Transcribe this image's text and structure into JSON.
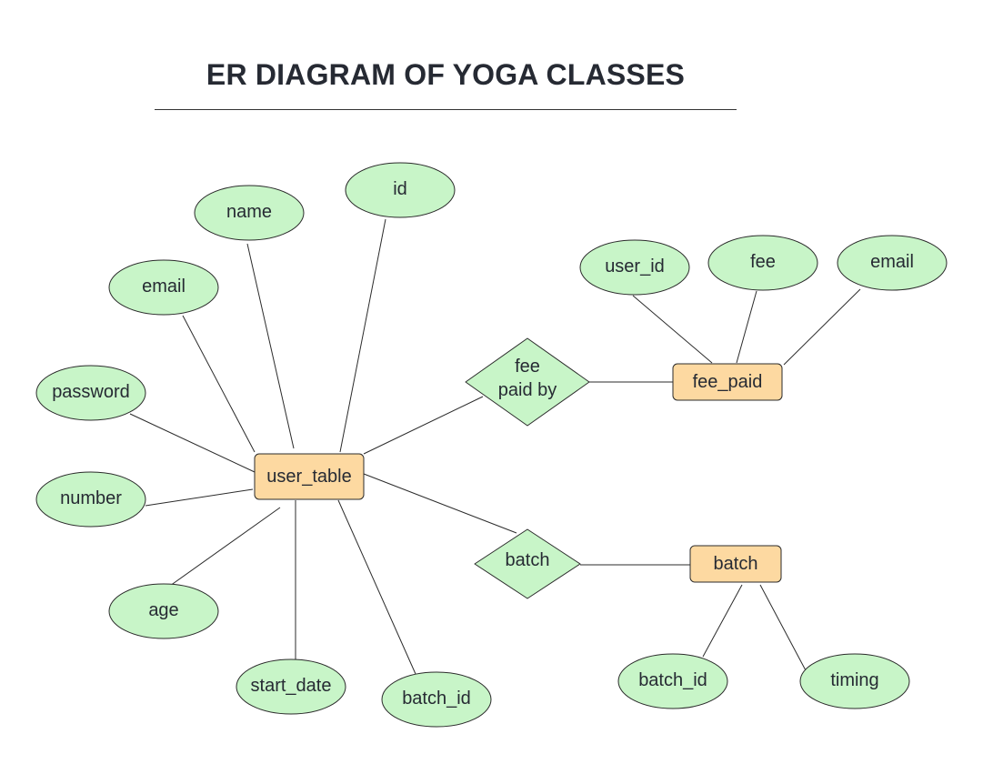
{
  "title": "ER DIAGRAM OF YOGA CLASSES",
  "colors": {
    "attribute_fill": "#c8f5c8",
    "entity_fill": "#fdd9a1",
    "relationship_fill": "#c8f5c8",
    "line": "#2b2b2b",
    "text": "#262a33"
  },
  "entities": [
    {
      "id": "user_table",
      "label": "user_table"
    },
    {
      "id": "fee_paid",
      "label": "fee_paid"
    },
    {
      "id": "batch_entity",
      "label": "batch"
    }
  ],
  "relationships": [
    {
      "id": "fee_paid_by",
      "lines": [
        "fee",
        "paid by"
      ]
    },
    {
      "id": "batch_rel",
      "lines": [
        "batch"
      ]
    }
  ],
  "attributes": [
    {
      "id": "ut_name",
      "label": "name",
      "of": "user_table"
    },
    {
      "id": "ut_id",
      "label": "id",
      "of": "user_table"
    },
    {
      "id": "ut_email",
      "label": "email",
      "of": "user_table"
    },
    {
      "id": "ut_password",
      "label": "password",
      "of": "user_table"
    },
    {
      "id": "ut_number",
      "label": "number",
      "of": "user_table"
    },
    {
      "id": "ut_age",
      "label": "age",
      "of": "user_table"
    },
    {
      "id": "ut_start_date",
      "label": "start_date",
      "of": "user_table"
    },
    {
      "id": "ut_batch_id",
      "label": "batch_id",
      "of": "user_table"
    },
    {
      "id": "fp_user_id",
      "label": "user_id",
      "of": "fee_paid"
    },
    {
      "id": "fp_fee",
      "label": "fee",
      "of": "fee_paid"
    },
    {
      "id": "fp_email",
      "label": "email",
      "of": "fee_paid"
    },
    {
      "id": "b_batch_id",
      "label": "batch_id",
      "of": "batch_entity"
    },
    {
      "id": "b_timing",
      "label": "timing",
      "of": "batch_entity"
    }
  ],
  "edges": [
    [
      "user_table",
      "ut_name"
    ],
    [
      "user_table",
      "ut_id"
    ],
    [
      "user_table",
      "ut_email"
    ],
    [
      "user_table",
      "ut_password"
    ],
    [
      "user_table",
      "ut_number"
    ],
    [
      "user_table",
      "ut_age"
    ],
    [
      "user_table",
      "ut_start_date"
    ],
    [
      "user_table",
      "ut_batch_id"
    ],
    [
      "user_table",
      "fee_paid_by"
    ],
    [
      "fee_paid_by",
      "fee_paid"
    ],
    [
      "user_table",
      "batch_rel"
    ],
    [
      "batch_rel",
      "batch_entity"
    ],
    [
      "fee_paid",
      "fp_user_id"
    ],
    [
      "fee_paid",
      "fp_fee"
    ],
    [
      "fee_paid",
      "fp_email"
    ],
    [
      "batch_entity",
      "b_batch_id"
    ],
    [
      "batch_entity",
      "b_timing"
    ]
  ]
}
